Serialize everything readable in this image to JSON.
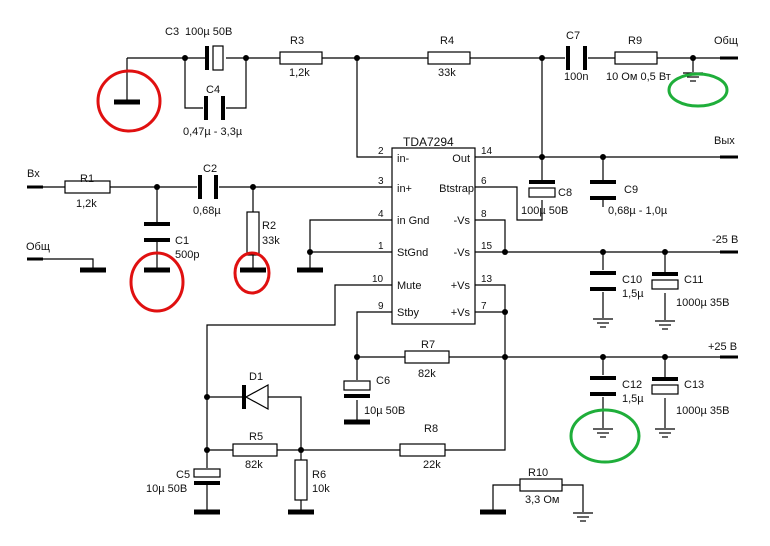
{
  "ic": {
    "name": "TDA7294",
    "pins": [
      {
        "num": "2",
        "label": "in-"
      },
      {
        "num": "3",
        "label": "in+"
      },
      {
        "num": "4",
        "label": "in Gnd"
      },
      {
        "num": "1",
        "label": "StGnd"
      },
      {
        "num": "10",
        "label": "Mute"
      },
      {
        "num": "9",
        "label": "Stby"
      },
      {
        "num": "14",
        "label": "Out"
      },
      {
        "num": "6",
        "label": "Btstrap"
      },
      {
        "num": "8",
        "label": "-Vs"
      },
      {
        "num": "15",
        "label": "-Vs"
      },
      {
        "num": "13",
        "label": "+Vs"
      },
      {
        "num": "7",
        "label": "+Vs"
      }
    ]
  },
  "ports": {
    "input": "Вх",
    "ground_left": "Общ",
    "ground_right": "Общ",
    "output": "Вых",
    "neg_supply": "-25 В",
    "pos_supply": "+25 В"
  },
  "components": {
    "C3": {
      "ref": "C3",
      "value": "100µ 50В"
    },
    "C4": {
      "ref": "C4",
      "value": "0,47µ - 3,3µ"
    },
    "R3": {
      "ref": "R3",
      "value": "1,2k"
    },
    "R4": {
      "ref": "R4",
      "value": "33k"
    },
    "C7": {
      "ref": "C7",
      "value": "100n"
    },
    "R9": {
      "ref": "R9",
      "value": "10 Ом 0,5 Вт"
    },
    "R1": {
      "ref": "R1",
      "value": "1,2k"
    },
    "C2": {
      "ref": "C2",
      "value": "0,68µ"
    },
    "C1": {
      "ref": "C1",
      "value": "500p"
    },
    "R2": {
      "ref": "R2",
      "value": "33k"
    },
    "C8": {
      "ref": "C8",
      "value": "100µ 50В"
    },
    "C9": {
      "ref": "C9",
      "value": "0,68µ - 1,0µ"
    },
    "C10": {
      "ref": "C10",
      "value": "1,5µ"
    },
    "C11": {
      "ref": "C11",
      "value": "1000µ 35В"
    },
    "C12": {
      "ref": "C12",
      "value": "1,5µ"
    },
    "C13": {
      "ref": "C13",
      "value": "1000µ 35В"
    },
    "R7": {
      "ref": "R7",
      "value": "82k"
    },
    "C6": {
      "ref": "C6",
      "value": "10µ 50В"
    },
    "D1": {
      "ref": "D1",
      "value": ""
    },
    "R5": {
      "ref": "R5",
      "value": "82k"
    },
    "R8": {
      "ref": "R8",
      "value": "22k"
    },
    "R6": {
      "ref": "R6",
      "value": "10k"
    },
    "C5": {
      "ref": "C5",
      "value": "10µ 50В"
    },
    "R10": {
      "ref": "R10",
      "value": "3,3 Ом"
    }
  },
  "colors": {
    "wire": "#000000",
    "highlight_red": "#e01010",
    "highlight_green": "#1fae3a"
  }
}
